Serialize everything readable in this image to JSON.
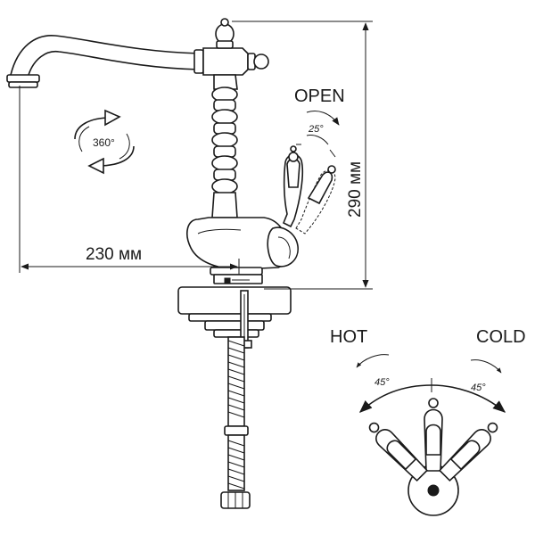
{
  "dimensions": {
    "reach": "230 мм",
    "height": "290 мм"
  },
  "rotation": {
    "angle": "360°"
  },
  "lever": {
    "open_label": "OPEN",
    "open_angle": "25°",
    "hot_label": "HOT",
    "cold_label": "COLD",
    "hot_angle": "45°",
    "cold_angle": "45°"
  },
  "colors": {
    "line": "#1a1a1a",
    "background": "#ffffff"
  }
}
